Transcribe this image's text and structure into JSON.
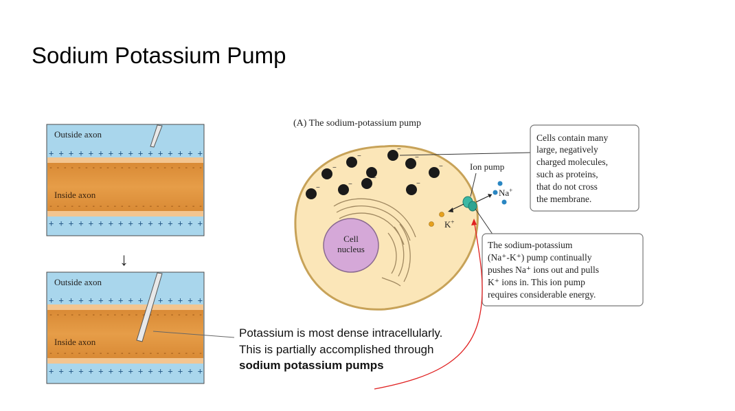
{
  "slide": {
    "title": "Sodium Potassium Pump"
  },
  "axon_panels": {
    "outside_label": "Outside axon",
    "inside_label": "Inside axon",
    "plus_row": "+ + + + + + + + + + + + + + + +",
    "minus_row": "- - - - - - - - - - - - - - - - - - - - - -",
    "arrow_glyph": "↓"
  },
  "pump_figure": {
    "panel_title": "(A) The sodium-potassium pump",
    "ion_pump_label": "Ion pump",
    "na_label": "Na",
    "na_sup": "+",
    "k_label": "K",
    "k_sup": "+",
    "nucleus_line1": "Cell",
    "nucleus_line2": "nucleus",
    "neg_charge": "−",
    "callout_top": {
      "lines": [
        "Cells contain many",
        "large, negatively",
        "charged molecules,",
        "such as proteins,",
        "that do not cross",
        "the membrane."
      ]
    },
    "callout_bottom": {
      "lines": [
        "The sodium-potassium",
        "(Na⁺-K⁺) pump continually",
        "pushes Na⁺ ions out and pulls",
        "K⁺ ions in. This ion pump",
        "requires considerable energy."
      ]
    }
  },
  "caption": {
    "text_plain": "Potassium is most dense intracellularly. This is partially accomplished through ",
    "text_bold": "sodium potassium pumps"
  },
  "colors": {
    "outside_blue": "#a9d6ec",
    "inside_orange": "#e3973f",
    "membrane_light": "#f3c590",
    "cell_fill": "#fbe6b8",
    "cell_border": "#c7a258",
    "nucleus_fill": "#d5a8d8",
    "annotation_red": "#e02020",
    "pump_teal": "#3cb8a4",
    "sodium_blue": "#2a86c2",
    "potassium_gold": "#e6a11e"
  }
}
